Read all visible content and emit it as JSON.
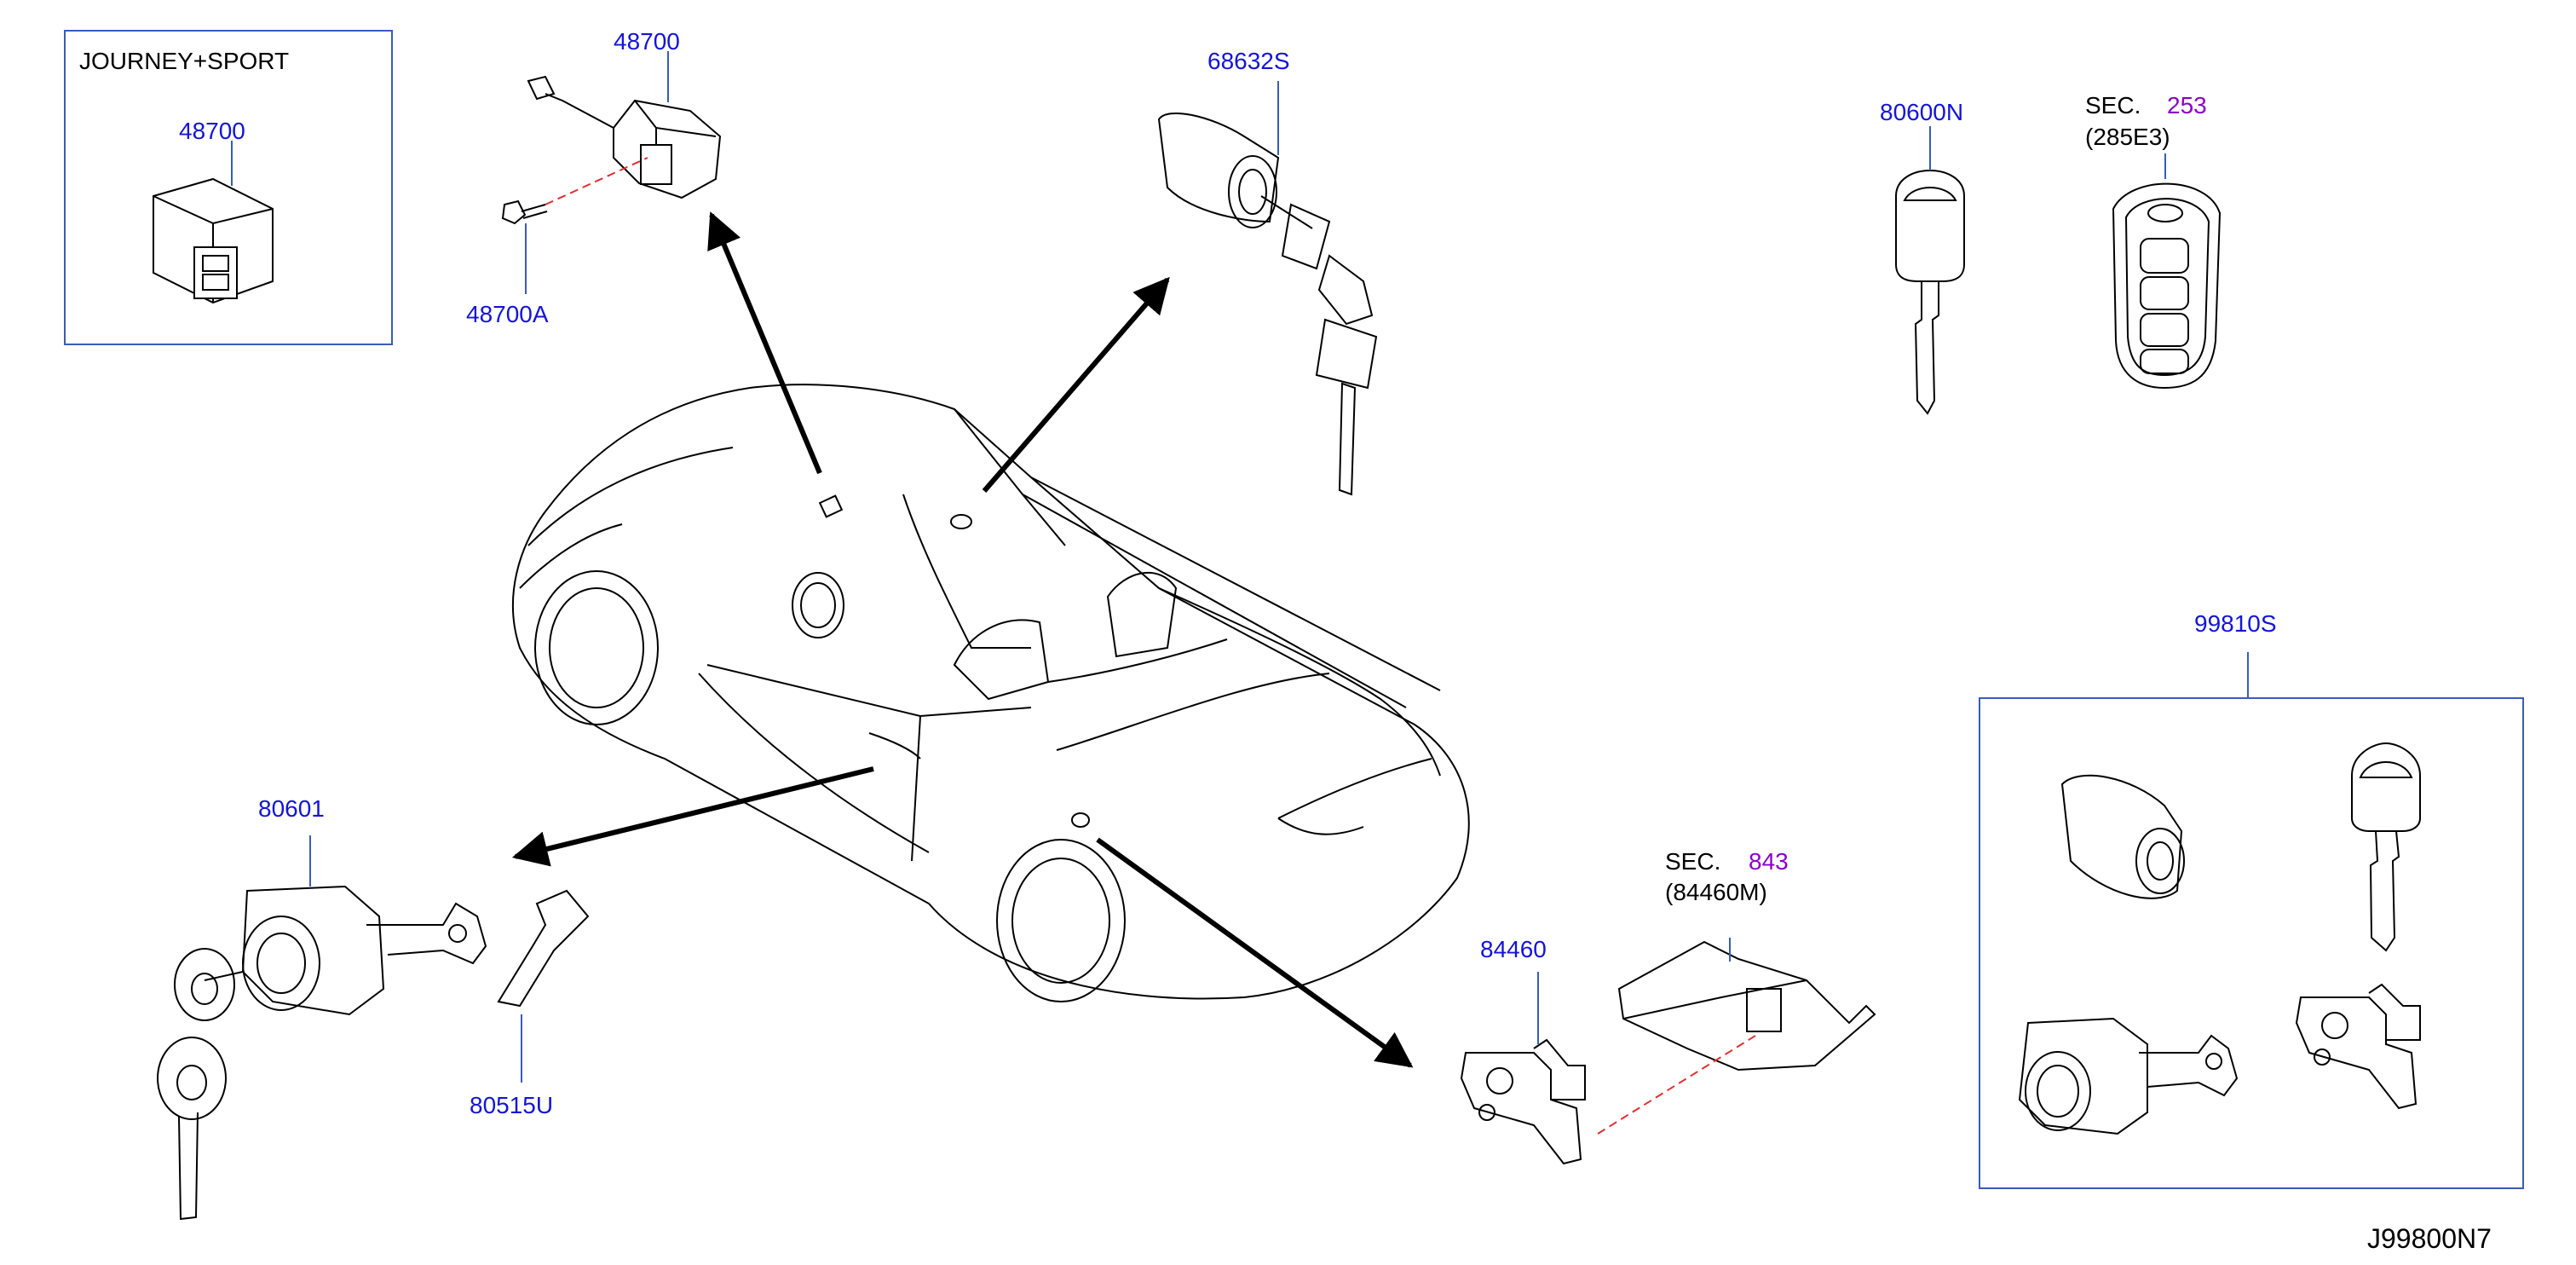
{
  "diagram": {
    "code": "J99800N7",
    "colors": {
      "part_number": "#1414d8",
      "section_ref": "#8a00c9",
      "leader": "#3a5cb8",
      "dash": "#e03030"
    },
    "inset_journey": {
      "title": "JOURNEY+SPORT",
      "part": "48700"
    },
    "parts": {
      "p48700": "48700",
      "p48700a": "48700A",
      "p68632s": "68632S",
      "p80600n": "80600N",
      "p80601": "80601",
      "p80515u": "80515U",
      "p84460": "84460",
      "p99810s": "99810S"
    },
    "sec253": {
      "prefix": "SEC.",
      "num": "253",
      "sub": "(285E3)"
    },
    "sec843": {
      "prefix": "SEC.",
      "num": "843",
      "sub": "(84460M)"
    }
  }
}
